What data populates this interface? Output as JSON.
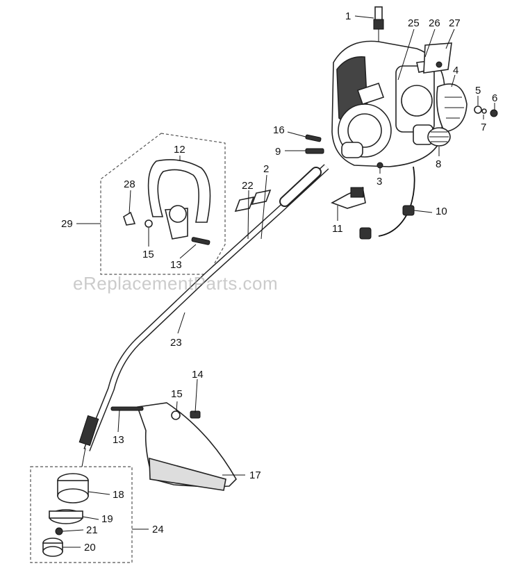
{
  "watermark": "eReplacementParts.com",
  "callouts": [
    {
      "id": "c1",
      "text": "1"
    },
    {
      "id": "c25",
      "text": "25"
    },
    {
      "id": "c26",
      "text": "26"
    },
    {
      "id": "c27",
      "text": "27"
    },
    {
      "id": "c4",
      "text": "4"
    },
    {
      "id": "c5",
      "text": "5"
    },
    {
      "id": "c6",
      "text": "6"
    },
    {
      "id": "c7",
      "text": "7"
    },
    {
      "id": "c8",
      "text": "8"
    },
    {
      "id": "c16",
      "text": "16"
    },
    {
      "id": "c9",
      "text": "9"
    },
    {
      "id": "c3",
      "text": "3"
    },
    {
      "id": "c2",
      "text": "2"
    },
    {
      "id": "c22",
      "text": "22"
    },
    {
      "id": "c12",
      "text": "12"
    },
    {
      "id": "c28",
      "text": "28"
    },
    {
      "id": "c29",
      "text": "29"
    },
    {
      "id": "c15a",
      "text": "15"
    },
    {
      "id": "c13a",
      "text": "13"
    },
    {
      "id": "c10",
      "text": "10"
    },
    {
      "id": "c11",
      "text": "11"
    },
    {
      "id": "c23",
      "text": "23"
    },
    {
      "id": "c14",
      "text": "14"
    },
    {
      "id": "c15b",
      "text": "15"
    },
    {
      "id": "c13b",
      "text": "13"
    },
    {
      "id": "c17",
      "text": "17"
    },
    {
      "id": "c18",
      "text": "18"
    },
    {
      "id": "c19",
      "text": "19"
    },
    {
      "id": "c21",
      "text": "21"
    },
    {
      "id": "c20",
      "text": "20"
    },
    {
      "id": "c24",
      "text": "24"
    }
  ]
}
